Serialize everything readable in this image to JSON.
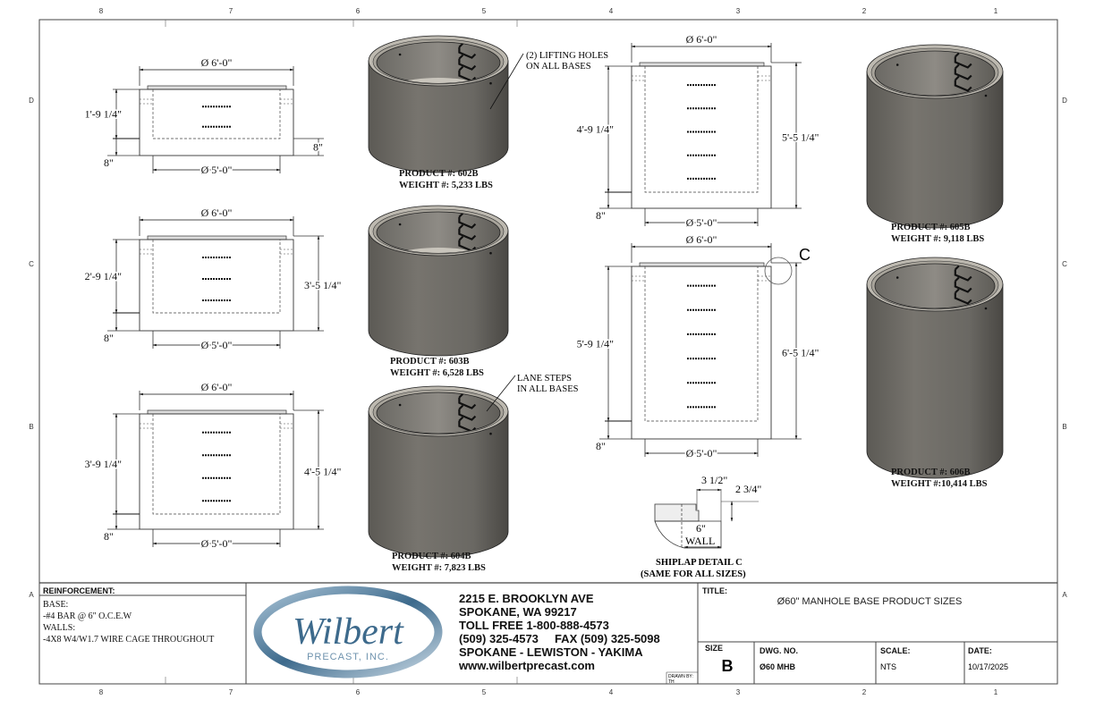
{
  "border": {
    "columns": [
      "8",
      "7",
      "6",
      "5",
      "4",
      "3",
      "2",
      "1"
    ],
    "rows": [
      "D",
      "C",
      "B",
      "A"
    ]
  },
  "views": [
    {
      "product": "PRODUCT #: 602B",
      "weight": "WEIGHT #: 5,233 LBS",
      "outer_dia": "Ø 6'-0\"",
      "inner_dia": "Ø 5'-0\"",
      "left_dim": "1'-9 1/4\"",
      "right_dim": "8\"",
      "base": "8\""
    },
    {
      "product": "PRODUCT #: 603B",
      "weight": "WEIGHT #: 6,528 LBS",
      "outer_dia": "Ø 6'-0\"",
      "inner_dia": "Ø 5'-0\"",
      "left_dim": "2'-9 1/4\"",
      "right_dim": "3'-5 1/4\"",
      "base": "8\""
    },
    {
      "product": "PRODUCT #: 604B",
      "weight": "WEIGHT #: 7,823 LBS",
      "outer_dia": "Ø 6'-0\"",
      "inner_dia": "Ø 5'-0\"",
      "left_dim": "3'-9 1/4\"",
      "right_dim": "4'-5 1/4\"",
      "base": "8\""
    },
    {
      "product": "PRODUCT #: 605B",
      "weight": "WEIGHT #: 9,118 LBS",
      "outer_dia": "Ø 6'-0\"",
      "inner_dia": "Ø 5'-0\"",
      "left_dim": "4'-9 1/4\"",
      "right_dim": "5'-5 1/4\"",
      "base": "8\""
    },
    {
      "product": "PRODUCT #: 606B",
      "weight": "WEIGHT #:10,414 LBS",
      "outer_dia": "Ø 6'-0\"",
      "inner_dia": "Ø 5'-0\"",
      "left_dim": "5'-9 1/4\"",
      "right_dim": "6'-5 1/4\"",
      "base": "8\""
    }
  ],
  "notes": {
    "lifting_holes": [
      "(2) LIFTING HOLES",
      "ON ALL BASES"
    ],
    "lane_steps": [
      "LANE STEPS",
      "IN ALL BASES"
    ],
    "detail_callout": "C"
  },
  "shiplap": {
    "width_dim": "3 1/2\"",
    "height_dim": "2 3/4\"",
    "wall_dim": "6\"",
    "wall_label": "WALL",
    "title": "SHIPLAP DETAIL C",
    "subtitle": "(SAME FOR ALL SIZES)"
  },
  "reinforcement": {
    "heading": "REINFORCEMENT:",
    "lines": [
      "BASE:",
      "-#4 BAR @ 6\" O.C.E.W",
      "WALLS:",
      "-4X8 W4/W1.7 WIRE CAGE THROUGHOUT"
    ]
  },
  "logo": {
    "name": "Wilbert",
    "sub": "PRECAST, INC.",
    "colors": {
      "primary": "#3d6a8c",
      "light": "#a9c3d6"
    }
  },
  "company": {
    "lines": [
      "2215 E. BROOKLYN AVE",
      "SPOKANE, WA 99217",
      "TOLL FREE 1-800-888-4573",
      "(509) 325-4573     FAX (509) 325-5098",
      "SPOKANE - LEWISTON - YAKIMA",
      "www.wilbertprecast.com"
    ],
    "drawn_by_label": "DRAWN BY:",
    "drawn_by": "TH"
  },
  "title_block": {
    "title_label": "TITLE:",
    "title": "Ø60\" MANHOLE BASE PRODUCT SIZES",
    "size_label": "SIZE",
    "size": "B",
    "dwg_label": "DWG. NO.",
    "dwg_no": "Ø60 MHB",
    "scale_label": "SCALE:",
    "scale": "NTS",
    "date_label": "DATE:",
    "date": "10/17/2025"
  }
}
